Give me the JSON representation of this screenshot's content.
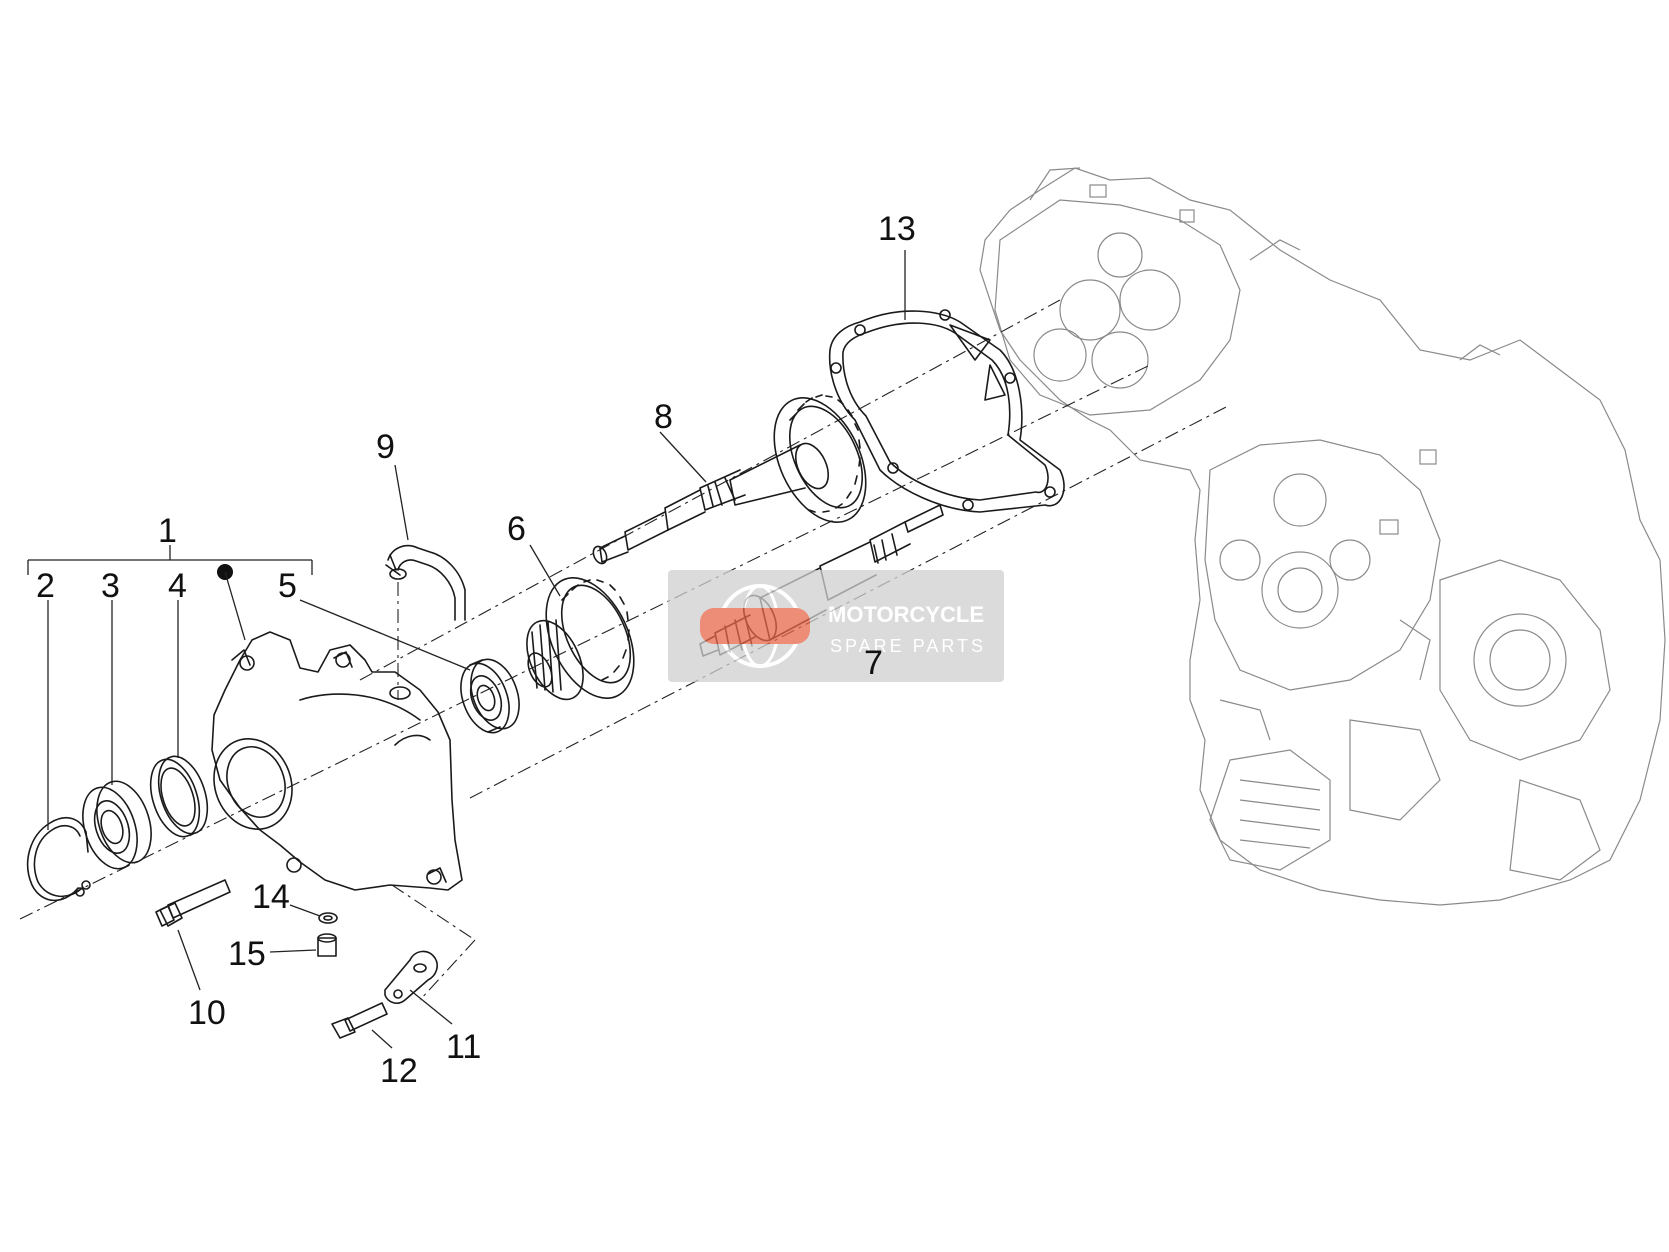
{
  "callouts": {
    "c1": "1",
    "c2": "2",
    "c3": "3",
    "c4": "4",
    "c5": "5",
    "c6": "6",
    "c7": "7",
    "c8": "8",
    "c9": "9",
    "c10": "10",
    "c11": "11",
    "c12": "12",
    "c13": "13",
    "c14": "14",
    "c15": "15"
  },
  "watermark": {
    "line1": "MOTORCYCLE",
    "line2": "SPARE PARTS",
    "accent_color": "#e8664a",
    "icon": "globe-motorcycle-icon"
  },
  "colors": {
    "line": "#1a1a1a",
    "engine_line": "#8a8a8a",
    "background": "#ffffff"
  }
}
